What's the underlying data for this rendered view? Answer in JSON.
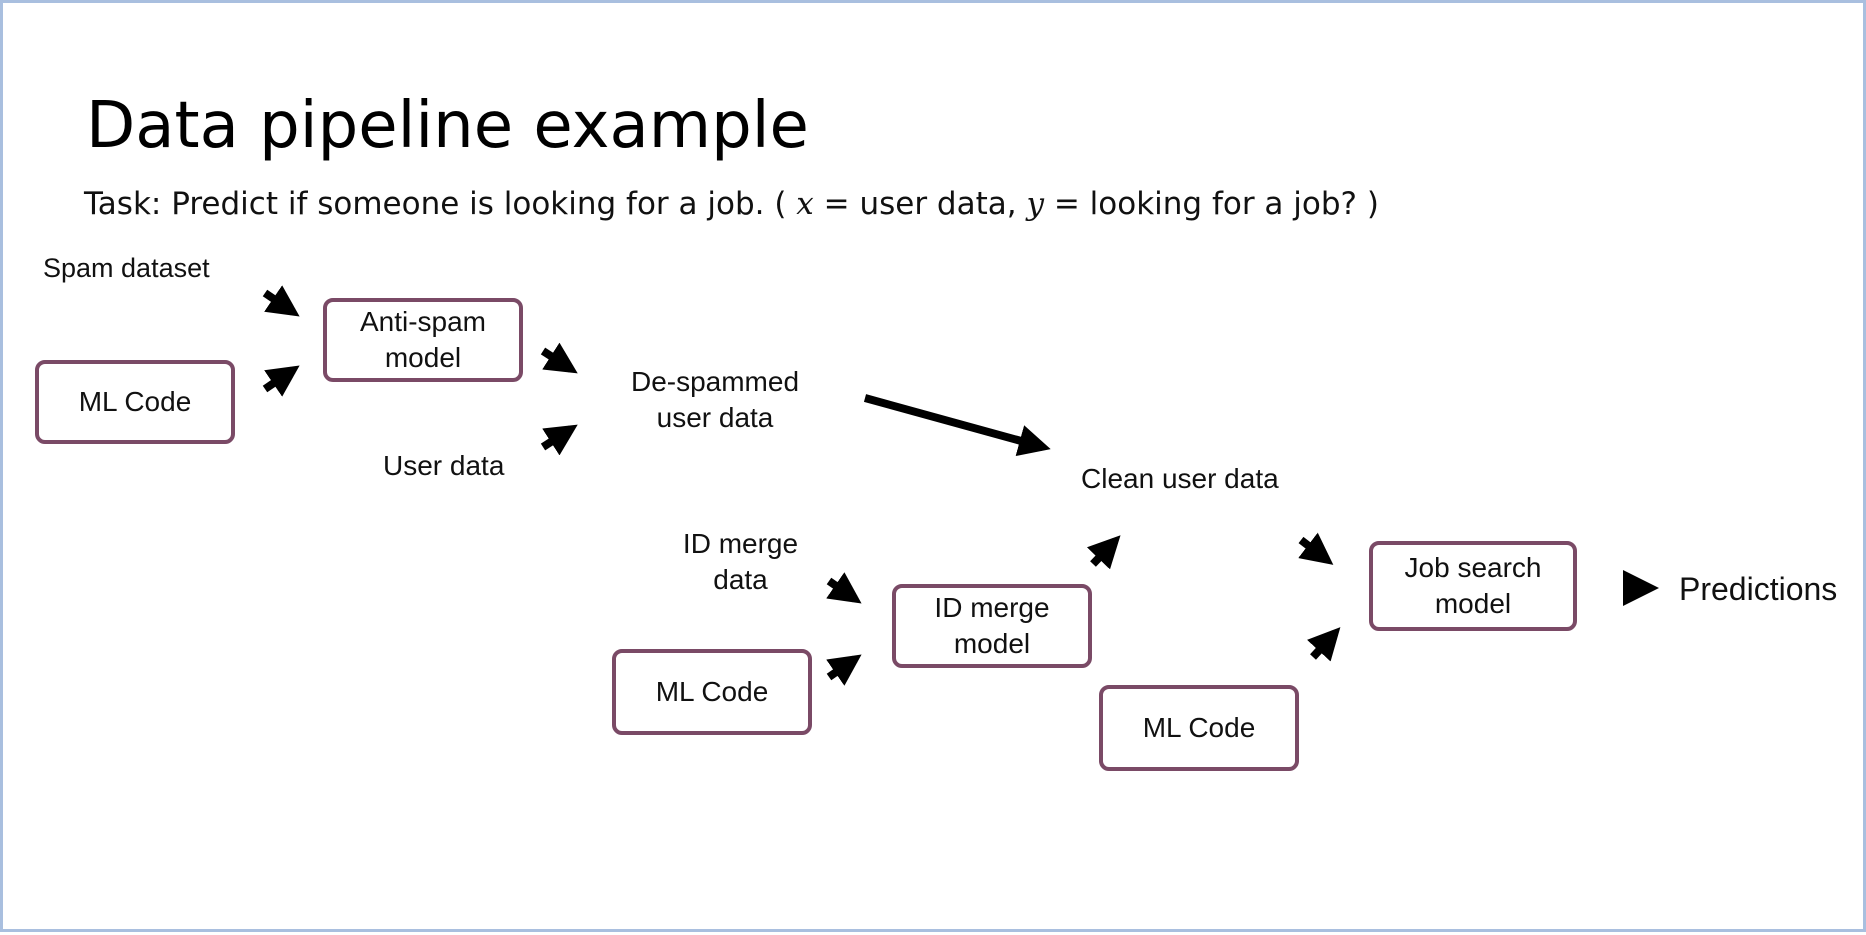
{
  "title": "Data pipeline example",
  "task": {
    "prefix": "Task: Predict  if someone is looking for a job. ( ",
    "x_var": "x",
    "x_def": " = user data, ",
    "y_var": "y",
    "y_def": " = looking for a job? )"
  },
  "nodes": {
    "spam_dataset": "Spam dataset",
    "ml_code_1": "ML Code",
    "anti_spam_model": "Anti-spam\nmodel",
    "user_data": "User data",
    "despammed_user_data": "De-spammed\nuser data",
    "clean_user_data": "Clean user data",
    "id_merge_data": "ID merge\ndata",
    "ml_code_2": "ML Code",
    "id_merge_model": "ID merge\nmodel",
    "ml_code_3": "ML Code",
    "job_search_model": "Job search\nmodel",
    "predictions": "Predictions"
  },
  "colors": {
    "box_border": "#7a4a66",
    "slide_border": "#a9bfdf",
    "arrow": "#000000"
  }
}
